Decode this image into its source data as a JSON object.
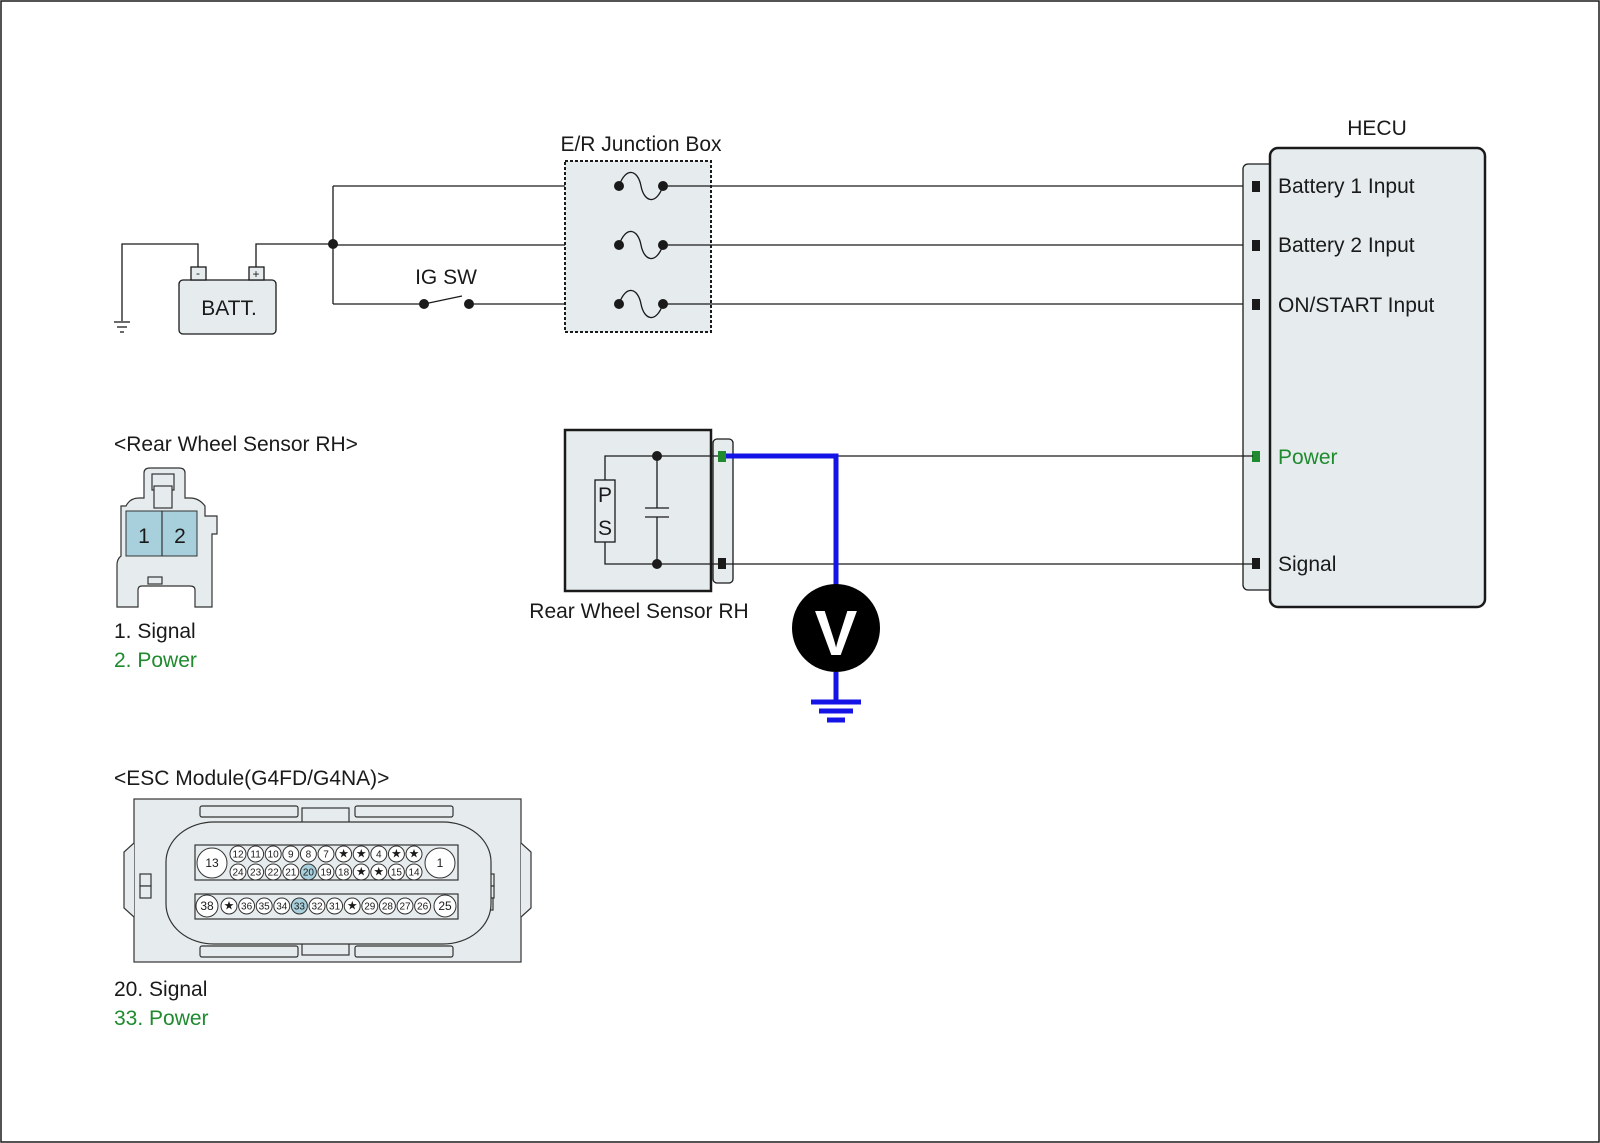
{
  "labels": {
    "junction_box": "E/R Junction Box",
    "hecu": "HECU",
    "battery": "BATT.",
    "battery_minus": "-",
    "battery_plus": "+",
    "ig_switch": "IG SW",
    "sensor_name": "Rear Wheel Sensor RH",
    "sensor_connector_title": "<Rear Wheel Sensor RH>",
    "esc_title": "<ESC Module(G4FD/G4NA)>",
    "sensor_p": "P",
    "sensor_s": "S",
    "voltmeter": "V"
  },
  "hecu_pins": {
    "battery1": "Battery 1 Input",
    "battery2": "Battery 2 Input",
    "on_start": "ON/START Input",
    "power": "Power",
    "signal": "Signal"
  },
  "sensor_connector": {
    "pin1": "1",
    "pin2": "2",
    "legend": [
      "1. Signal",
      "2. Power"
    ]
  },
  "esc_connector": {
    "row1": [
      "13",
      "12",
      "11",
      "10",
      "9",
      "8",
      "7",
      "★",
      "★",
      "4",
      "★",
      "★",
      "1"
    ],
    "row2": [
      "24",
      "23",
      "22",
      "21",
      "20",
      "19",
      "18",
      "★",
      "★",
      "15",
      "14"
    ],
    "row3": [
      "38",
      "★",
      "36",
      "35",
      "34",
      "33",
      "32",
      "31",
      "★",
      "29",
      "28",
      "27",
      "26",
      "25"
    ],
    "highlighted": [
      "20",
      "33"
    ],
    "legend": [
      "20. Signal",
      "33. Power"
    ]
  },
  "colors": {
    "power_text": "#1f8a2e",
    "measurement_wire": "#1414e6",
    "component_fill": "#e6ecee",
    "highlight_pin": "#a7d0dc"
  }
}
